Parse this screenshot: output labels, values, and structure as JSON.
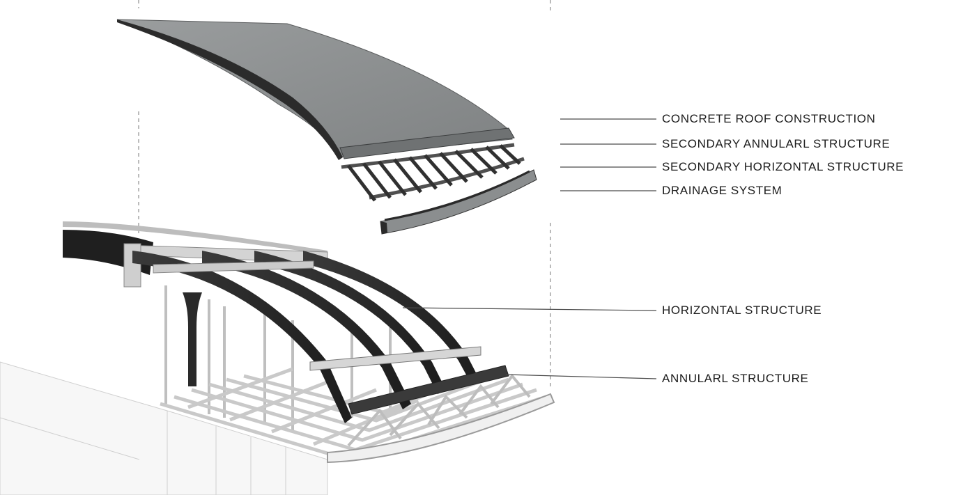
{
  "diagram": {
    "labels": [
      "CONCRETE ROOF CONSTRUCTION",
      "SECONDARY ANNULARL STRUCTURE",
      "SECONDARY HORIZONTAL STRUCTURE",
      "DRAINAGE SYSTEM",
      "HORIZONTAL STRUCTURE",
      "ANNULARL STRUCTURE"
    ]
  },
  "colors": {
    "roof_shell": "#8d9091",
    "roof_edge": "#2b2b2b",
    "steel_dark": "#2a2a2a",
    "steel_light": "#d8d8d8",
    "leader_line": "#4a4a4a"
  }
}
